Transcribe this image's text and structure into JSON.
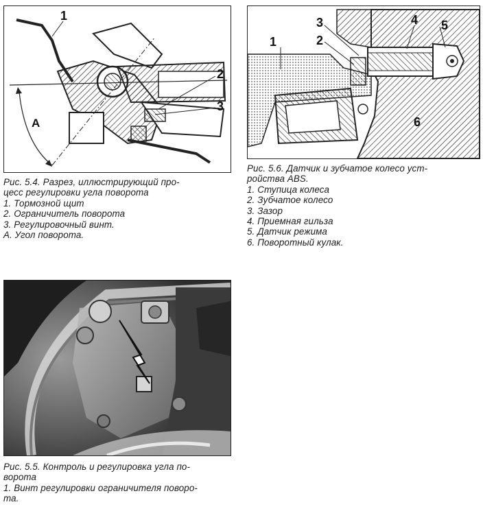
{
  "fig54": {
    "labels": {
      "l1": "1",
      "l2": "2",
      "l3": "3",
      "lA": "A"
    },
    "caption": {
      "line1": "Рис. 5.4. Разрез, иллюстрирующий про-",
      "line2": "цесс регулировки угла поворота",
      "items": [
        "1. Тормозной щит",
        "2. Ограничитель поворота",
        "3. Регулировочный винт.",
        "А. Угол поворота."
      ]
    }
  },
  "fig56": {
    "labels": {
      "l1": "1",
      "l2": "2",
      "l3": "3",
      "l4": "4",
      "l5": "5",
      "l6": "6"
    },
    "caption": {
      "line1": "Рис. 5.6. Датчик и зубчатое колесо уст-",
      "line2": "ройства ABS.",
      "items": [
        "1. Ступица колеса",
        "2. Зубчатое колесо",
        "3. Зазор",
        "4. Приемная гильза",
        "5. Датчик режима",
        "6. Поворотный кулак."
      ]
    }
  },
  "fig55": {
    "caption": {
      "line1": "Рис. 5.5. Контроль и регулировка угла по-",
      "line2": "ворота",
      "items": [
        "1. Винт регулировки ограничителя поворо-",
        "та."
      ]
    }
  }
}
